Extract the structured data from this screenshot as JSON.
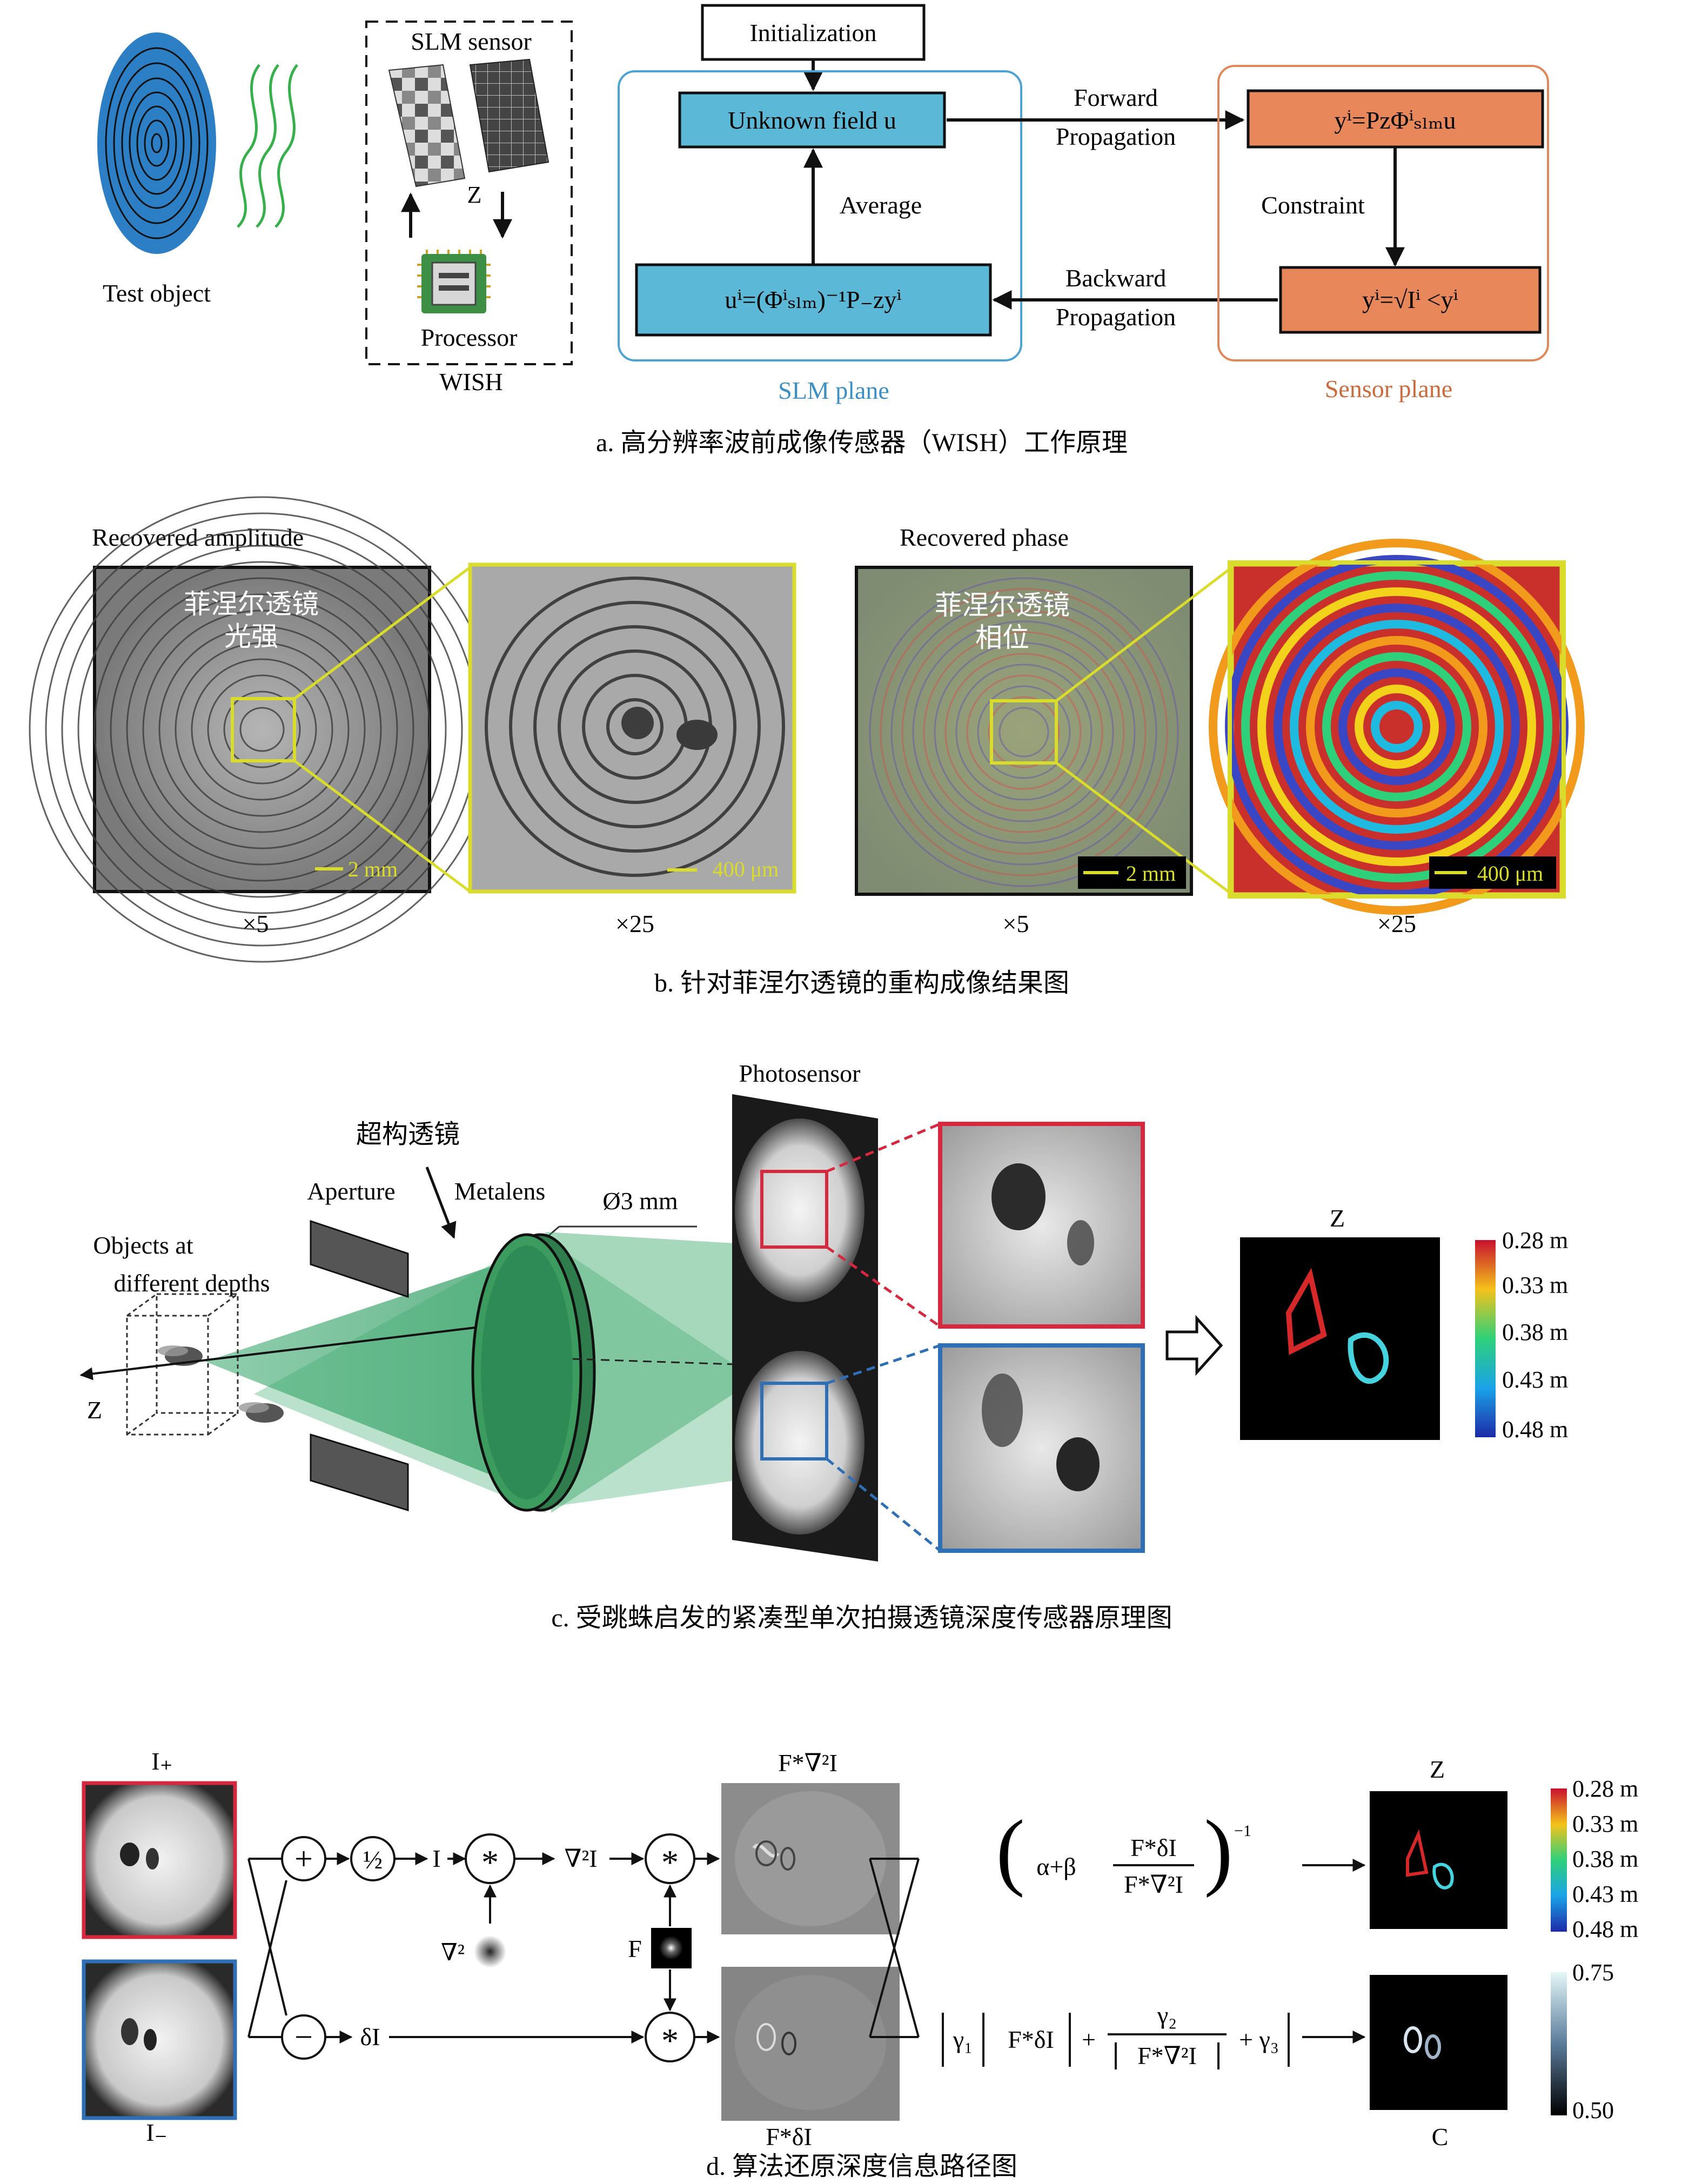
{
  "panel_a": {
    "test_object": "Test object",
    "slm_sensor": "SLM sensor",
    "z_label": "Z",
    "processor": "Processor",
    "wish": "WISH",
    "initialization": "Initialization",
    "unknown_field": "Unknown field u",
    "forward": "Forward",
    "forward_prop": "Propagation",
    "average": "Average",
    "constraint": "Constraint",
    "backward": "Backward",
    "backward_prop": "Propagation",
    "forward_eq": "yⁱ=PᴢΦⁱₛₗₘu",
    "update_eq": "uⁱ=(Φⁱₛₗₘ)⁻¹P₋ᴢyⁱ",
    "constraint_eq": "yⁱ=√Iⁱ <yⁱ",
    "slm_plane": "SLM  plane",
    "sensor_plane": "Sensor plane",
    "caption": "a. 高分辨率波前成像传感器（WISH）工作原理",
    "colors": {
      "slm_frame": "#4ea3d3",
      "slm_box": "#5bb8d6",
      "sensor_frame": "#e0885a",
      "sensor_box": "#e8875a",
      "slm_text": "#3b8fc2",
      "sensor_text": "#c96b3c"
    }
  },
  "panel_b": {
    "amp_title": "Recovered amplitude",
    "phase_title": "Recovered phase",
    "amp_cn_1": "菲涅尔透镜",
    "amp_cn_2": "光强",
    "phase_cn_1": "菲涅尔透镜",
    "phase_cn_2": "相位",
    "scale_2mm": "2 mm",
    "scale_400um": "400 μm",
    "mag_5": "×5",
    "mag_25": "×25",
    "caption": "b. 针对菲涅尔透镜的重构成像结果图",
    "colors": {
      "zoom_frame": "#d9dc2a"
    }
  },
  "panel_c": {
    "photosensor": "Photosensor",
    "metalens_cn": "超构透镜",
    "aperture": "Aperture",
    "metalens": "Metalens",
    "diameter": "Ø3 mm",
    "objects_1": "Objects at",
    "objects_2": "different depths",
    "z_label": "Z",
    "z_title": "Z",
    "colorbar_ticks": [
      "0.28 m",
      "0.33 m",
      "0.38 m",
      "0.43 m",
      "0.48 m"
    ],
    "caption": "c. 受跳蛛启发的紧凑型单次拍摄透镜深度传感器原理图",
    "colors": {
      "beam": "#3aa86b",
      "red_frame": "#d6283f",
      "blue_frame": "#2f6fb5"
    }
  },
  "panel_d": {
    "i_plus": "I₊",
    "i_minus": "I₋",
    "plus_op": "+",
    "minus_op": "−",
    "half": "½",
    "i_label": "I",
    "conv_op": "*",
    "lap_i": "∇²I",
    "lap_kernel": "∇²",
    "f_kernel": "F",
    "delta_i": "δI",
    "f_lap_i": "F*∇²I",
    "f_delta_i": "F*δI",
    "alpha_beta": "α+β",
    "frac_num": "F*δI",
    "frac_den": "F*∇²I",
    "inverse": "−1",
    "gamma1": "γ₁",
    "gamma1_term": "F*δI",
    "plus_sign": "+",
    "gamma2": "γ₂",
    "gamma2_den": "F*∇²I",
    "gamma3": "+ γ₃",
    "z_title": "Z",
    "c_title": "C",
    "z_ticks": [
      "0.28 m",
      "0.33 m",
      "0.38 m",
      "0.43 m",
      "0.48 m"
    ],
    "c_ticks": [
      "0.75",
      "0.50"
    ],
    "caption": "d. 算法还原深度信息路径图"
  }
}
